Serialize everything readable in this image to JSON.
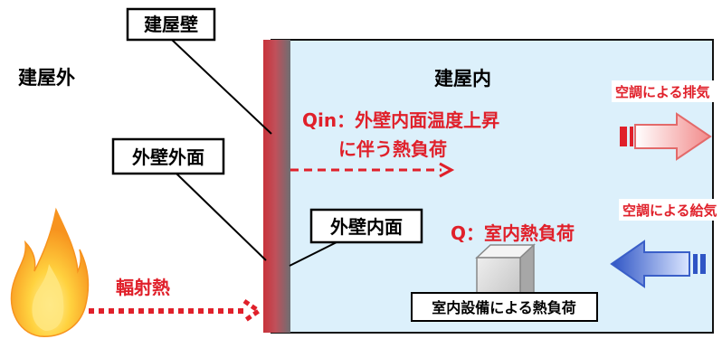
{
  "labels": {
    "building_wall": "建屋壁",
    "outside": "建屋外",
    "inside": "建屋内",
    "outer_surface": "外壁外面",
    "inner_surface": "外壁内面",
    "qin_line1": "Qin：外壁内面温度上昇",
    "qin_line2": "に伴う熱負荷",
    "q_indoor": "Q：室内熱負荷",
    "radiant_heat": "輻射熱",
    "equipment_load": "室内設備による熱負荷",
    "exhaust": "空調による排気",
    "supply": "空調による給気"
  },
  "colors": {
    "red_text": "#e0202a",
    "room_fill": "#dcf0fb",
    "wall_red": "#c8323a",
    "wall_gray": "#6e6e72",
    "exhaust_arrow": "#f28a8a",
    "supply_arrow": "#4a6fd0",
    "flame_outer": "#f7931e",
    "flame_inner": "#ffd23f"
  },
  "icons": {
    "flame": "flame-icon",
    "equipment": "equipment-box-icon",
    "exhaust": "exhaust-arrow-icon",
    "supply": "supply-arrow-icon"
  }
}
